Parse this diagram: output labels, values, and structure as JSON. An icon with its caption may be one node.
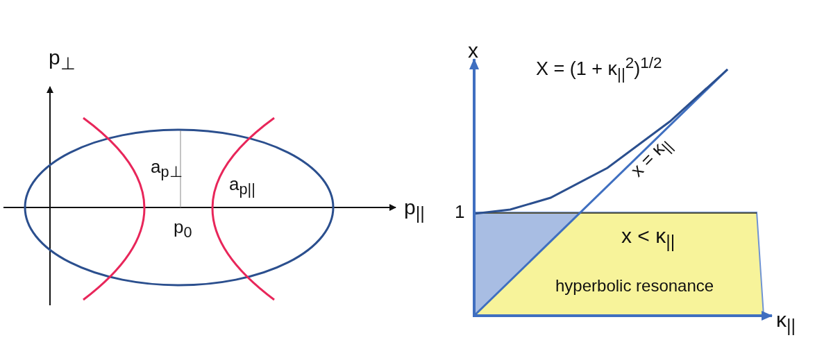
{
  "diagram": {
    "nodes": [
      {
        "text": [
          "x < κ$_{||}$",
          "hyperbolic resonance"
        ]
      }
    ],
    "edges": [],
    "labels": [
      "p$_{⊥}$",
      "a$_{p⊥}$",
      "a$_{p||}$",
      "p$_{||}$",
      "p$_{0}$",
      "x",
      "X = (1 + κ$_{||}$$^{2}$)$^{1/2}$",
      "x = κ$_{||}$",
      "1",
      "κ$_{||}$"
    ]
  }
}
